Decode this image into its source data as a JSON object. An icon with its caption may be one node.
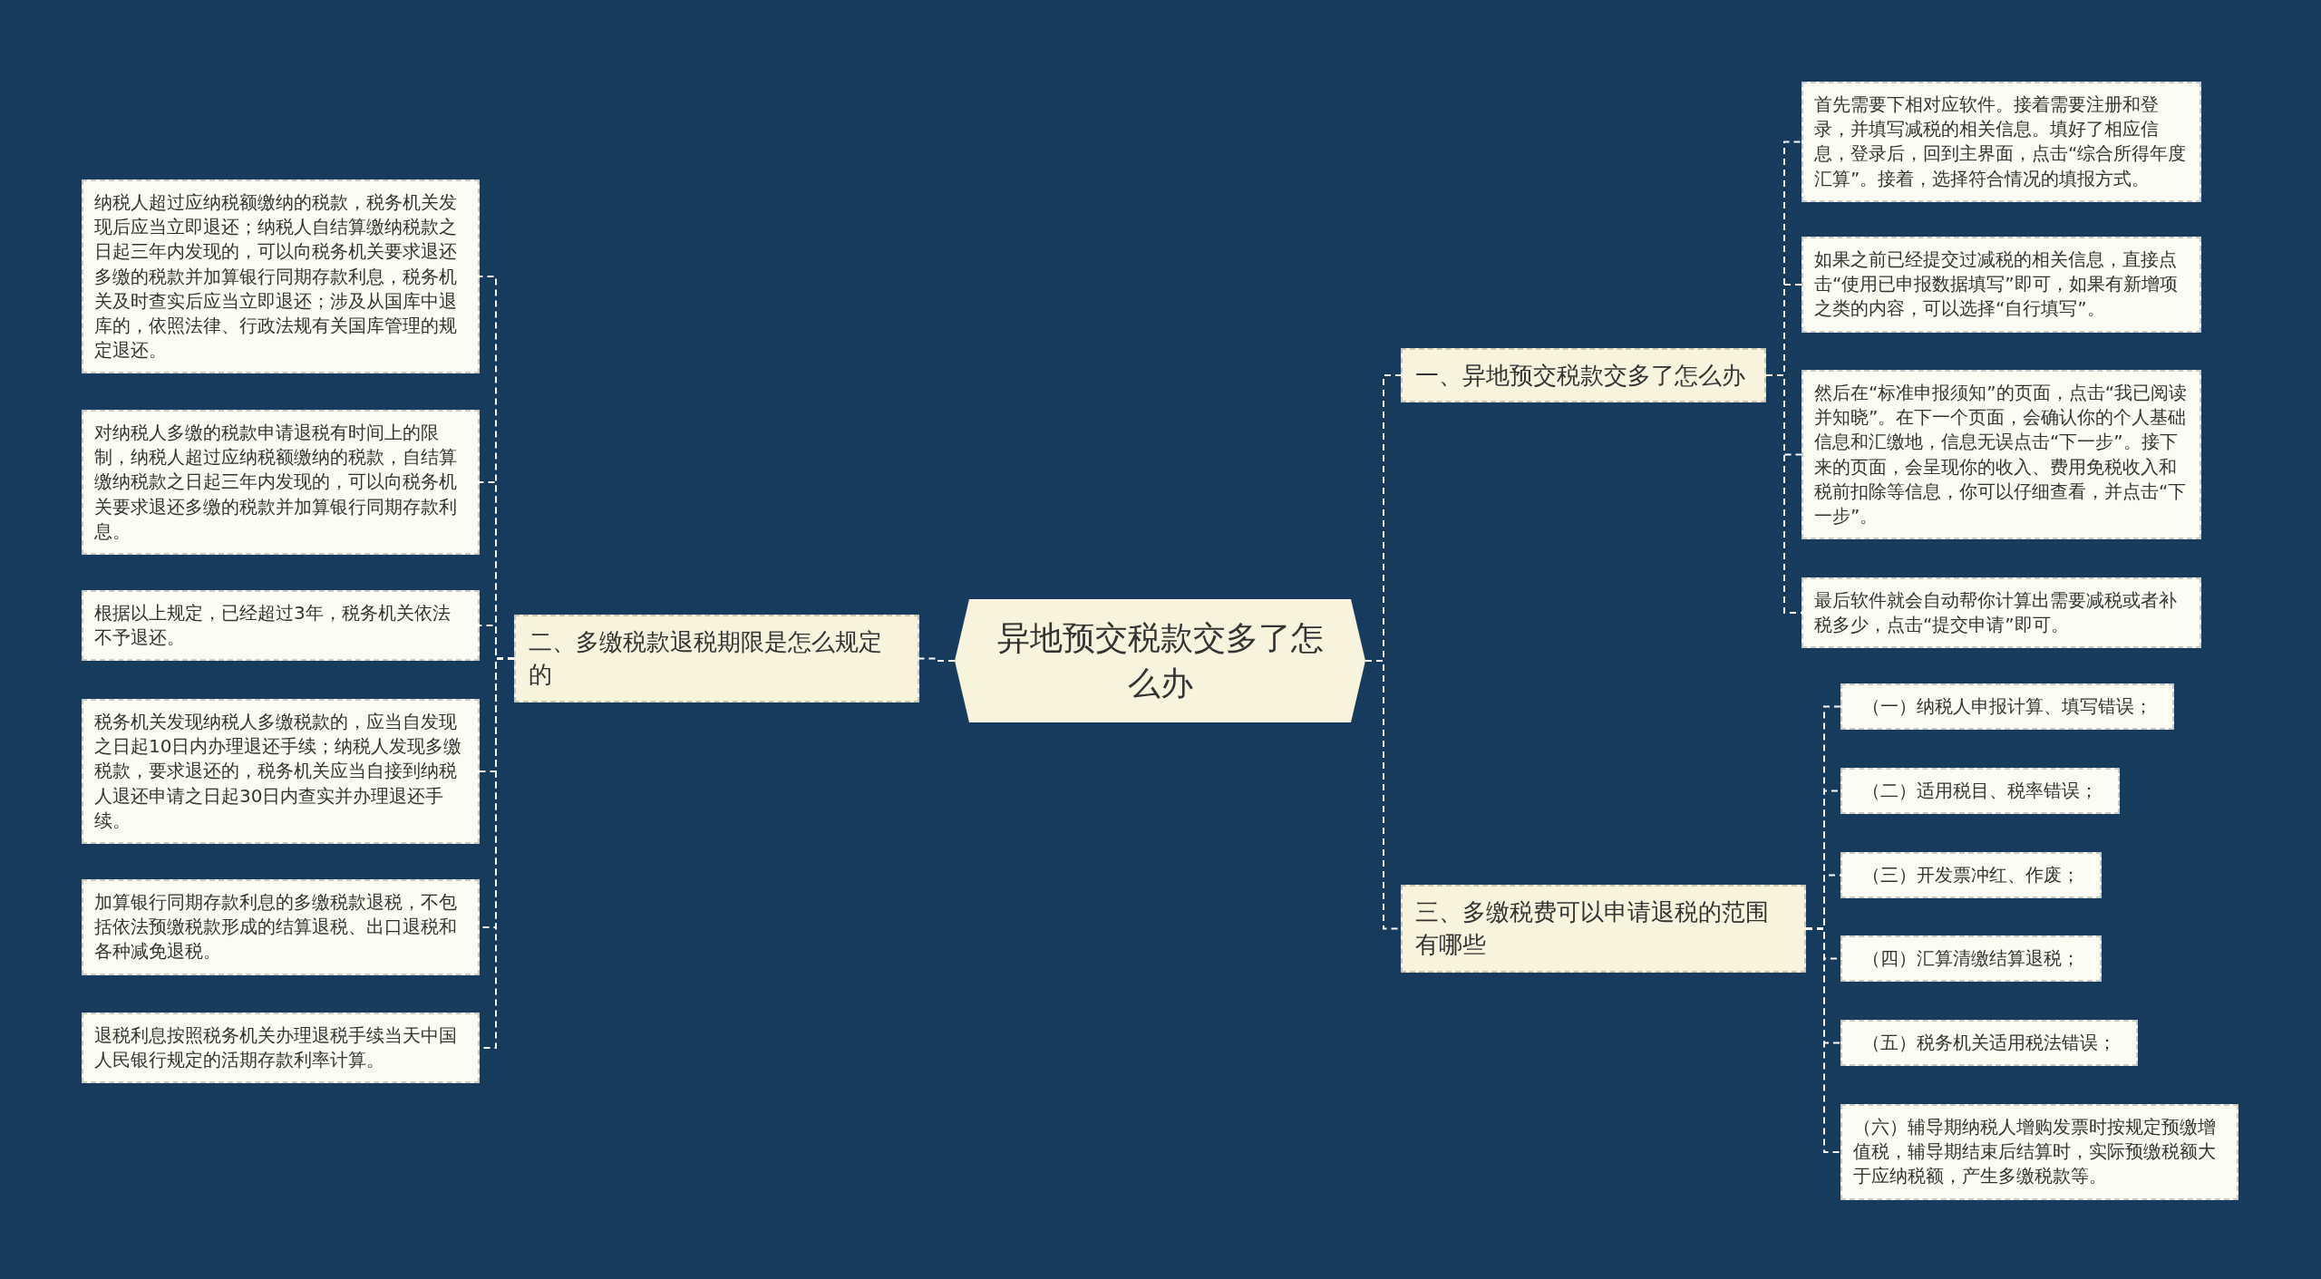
{
  "diagram": {
    "nodes": [
      {
        "text": [
          "异地预交税款交多了怎么办"
        ]
      },
      {
        "text": [
          "一、异地预交税款交多了怎么办"
        ]
      },
      {
        "text": [
          "首先需要下相对应软件。接着需要注册和登录，并填写减税的相关信息。填好了相应信息，登录后，回到主界面，点击“综合所得年度汇算”。接着，选择符合情况的填报方式。"
        ]
      },
      {
        "text": [
          "如果之前已经提交过减税的相关信息，直接点击“使用已申报数据填写”即可，如果有新增项之类的内容，可以选择“自行填写”。"
        ]
      },
      {
        "text": [
          "然后在“标准申报须知”的页面，点击“我已阅读并知晓”。在下一个页面，会确认你的个人基础信息和汇缴地，信息无误点击“下一步”。接下来的页面，会呈现你的收入、费用免税收入和税前扣除等信息，你可以仔细查看，并点击“下一步”。"
        ]
      },
      {
        "text": [
          "最后软件就会自动帮你计算出需要减税或者补税多少，点击“提交申请”即可。"
        ]
      },
      {
        "text": [
          "二、多缴税款退税期限是怎么规定的"
        ]
      },
      {
        "text": [
          "纳税人超过应纳税额缴纳的税款，税务机关发现后应当立即退还；纳税人自结算缴纳税款之日起三年内发现的，可以向税务机关要求退还多缴的税款并加算银行同期存款利息，税务机关及时查实后应当立即退还；涉及从国库中退库的，依照法律、行政法规有关国库管理的规定退还。"
        ]
      },
      {
        "text": [
          "对纳税人多缴的税款申请退税有时间上的限制，纳税人超过应纳税额缴纳的税款，自结算缴纳税款之日起三年内发现的，可以向税务机关要求退还多缴的税款并加算银行同期存款利息。"
        ]
      },
      {
        "text": [
          "根据以上规定，已经超过3年，税务机关依法不予退还。"
        ]
      },
      {
        "text": [
          "税务机关发现纳税人多缴税款的，应当自发现之日起10日内办理退还手续；纳税人发现多缴税款，要求退还的，税务机关应当自接到纳税人退还申请之日起30日内查实并办理退还手续。"
        ]
      },
      {
        "text": [
          "加算银行同期存款利息的多缴税款退税，不包括依法预缴税款形成的结算退税、出口退税和各种减免退税。"
        ]
      },
      {
        "text": [
          "退税利息按照税务机关办理退税手续当天中国人民银行规定的活期存款利率计算。"
        ]
      },
      {
        "text": [
          "三、多缴税费可以申请退税的范围有哪些"
        ]
      },
      {
        "text": [
          "（一）纳税人申报计算、填写错误；"
        ]
      },
      {
        "text": [
          "（二）适用税目、税率错误；"
        ]
      },
      {
        "text": [
          "（三）开发票冲红、作废；"
        ]
      },
      {
        "text": [
          "（四）汇算清缴结算退税；"
        ]
      },
      {
        "text": [
          "（五）税务机关适用税法错误；"
        ]
      },
      {
        "text": [
          "（六）辅导期纳税人增购发票时按规定预缴增值税，辅导期结束后结算时，实际预缴税额大于应纳税额，产生多缴税款等。"
        ]
      }
    ],
    "edges": [
      {
        "from": 0,
        "to": 1,
        "arrow": "none",
        "style": "dashed"
      },
      {
        "from": 1,
        "to": 2,
        "arrow": "none",
        "style": "dashed"
      },
      {
        "from": 1,
        "to": 3,
        "arrow": "none",
        "style": "dashed"
      },
      {
        "from": 1,
        "to": 4,
        "arrow": "none",
        "style": "dashed"
      },
      {
        "from": 1,
        "to": 5,
        "arrow": "none",
        "style": "dashed"
      },
      {
        "from": 0,
        "to": 6,
        "arrow": "none",
        "style": "dashed"
      },
      {
        "from": 6,
        "to": 7,
        "arrow": "none",
        "style": "dashed"
      },
      {
        "from": 6,
        "to": 8,
        "arrow": "none",
        "style": "dashed"
      },
      {
        "from": 6,
        "to": 9,
        "arrow": "none",
        "style": "dashed"
      },
      {
        "from": 6,
        "to": 10,
        "arrow": "none",
        "style": "dashed"
      },
      {
        "from": 6,
        "to": 11,
        "arrow": "none",
        "style": "dashed"
      },
      {
        "from": 6,
        "to": 12,
        "arrow": "none",
        "style": "dashed"
      },
      {
        "from": 0,
        "to": 13,
        "arrow": "none",
        "style": "dashed"
      },
      {
        "from": 13,
        "to": 14,
        "arrow": "none",
        "style": "dashed"
      },
      {
        "from": 13,
        "to": 15,
        "arrow": "none",
        "style": "dashed"
      },
      {
        "from": 13,
        "to": 16,
        "arrow": "none",
        "style": "dashed"
      },
      {
        "from": 13,
        "to": 17,
        "arrow": "none",
        "style": "dashed"
      },
      {
        "from": 13,
        "to": 18,
        "arrow": "none",
        "style": "dashed"
      },
      {
        "from": 13,
        "to": 19,
        "arrow": "none",
        "style": "dashed"
      }
    ]
  }
}
